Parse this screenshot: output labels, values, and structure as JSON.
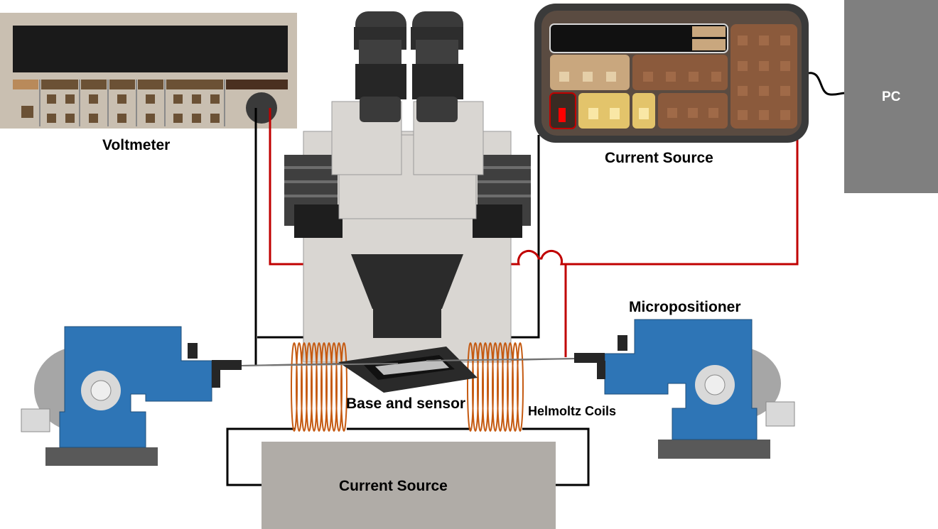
{
  "labels": {
    "voltmeter": "Voltmeter",
    "current_source_top": "Current Source",
    "pc": "PC",
    "micropositioner": "Micropositioner",
    "base_and_sensor": "Base and sensor",
    "helmoltz_coils": "Helmoltz Coils",
    "current_source_bottom": "Current Source"
  },
  "colors": {
    "wire_red": "#c00000",
    "wire_black": "#000000",
    "coil": "#c55a11",
    "stage_blue": "#2e75b6",
    "pc_gray": "#7f7f7f",
    "voltmeter_body": "#c9bfb1",
    "current_source_panel": "#8b5a3c",
    "bottom_source": "#b0aca7"
  }
}
